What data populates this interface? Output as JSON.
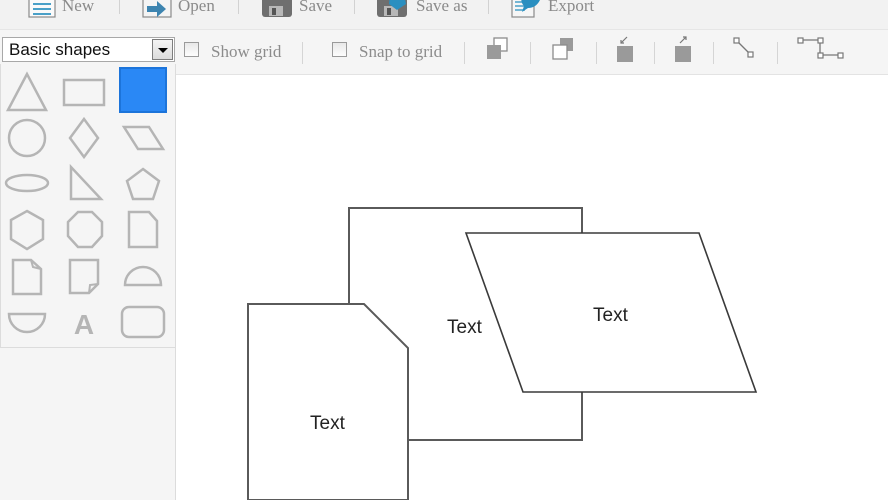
{
  "main_toolbar": {
    "buttons": [
      {
        "label": "New",
        "icon": "new-document-icon"
      },
      {
        "label": "Open",
        "icon": "open-arrow-icon"
      },
      {
        "label": "Save",
        "icon": "floppy-disk-icon"
      },
      {
        "label": "Save as",
        "icon": "floppy-disk-save-as-icon"
      },
      {
        "label": "Export",
        "icon": "export-icon"
      }
    ]
  },
  "sub_toolbar": {
    "shape_library": {
      "selected": "Basic shapes"
    },
    "show_grid": {
      "label": "Show grid",
      "checked": false
    },
    "snap_to_grid": {
      "label": "Snap to grid",
      "checked": false
    },
    "tools": [
      {
        "name": "bring-to-front",
        "icon": "bring-to-front-icon"
      },
      {
        "name": "send-to-back",
        "icon": "send-to-back-icon"
      },
      {
        "name": "send-backward",
        "icon": "send-backward-icon"
      },
      {
        "name": "bring-forward",
        "icon": "bring-forward-icon"
      },
      {
        "name": "straight-connector",
        "icon": "straight-connector-icon"
      },
      {
        "name": "elbow-connector",
        "icon": "elbow-connector-icon"
      }
    ]
  },
  "shape_panel": {
    "shapes": [
      "triangle",
      "rectangle",
      "filled-square",
      "circle",
      "diamond",
      "parallelogram",
      "ellipse",
      "right-triangle",
      "pentagon",
      "hexagon",
      "octagon",
      "cut-corner-rectangle",
      "folded-corner-document",
      "note-page",
      "half-circle-top",
      "half-circle-bottom",
      "text",
      "rounded-rectangle"
    ],
    "selected": "filled-square",
    "selected_color": "#2a88f5"
  },
  "canvas": {
    "stroke_color": "#555555",
    "shapes": [
      {
        "type": "rectangle",
        "text": "Text"
      },
      {
        "type": "parallelogram",
        "text": "Text"
      },
      {
        "type": "cut-corner-rectangle",
        "text": "Text"
      }
    ]
  }
}
